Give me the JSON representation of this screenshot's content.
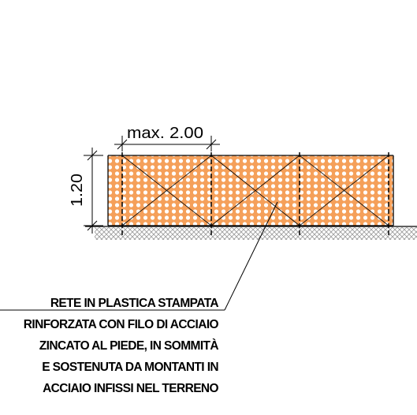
{
  "dimensions": {
    "span_label": "max. 2.00",
    "height_label": "1.20"
  },
  "note": {
    "lines": [
      "RETE IN PLASTICA STAMPATA",
      "RINFORZATA CON FILO DI ACCIAIO",
      "ZINCATO AL PIEDE, IN SOMMITÀ",
      "E SOSTENUTA DA MONTANTI IN",
      "ACCIAIO INFISSI NEL TERRENO"
    ]
  },
  "colors": {
    "mesh": "#f5a05a",
    "line": "#000000",
    "ground_hatch": "#9a9a9a"
  }
}
